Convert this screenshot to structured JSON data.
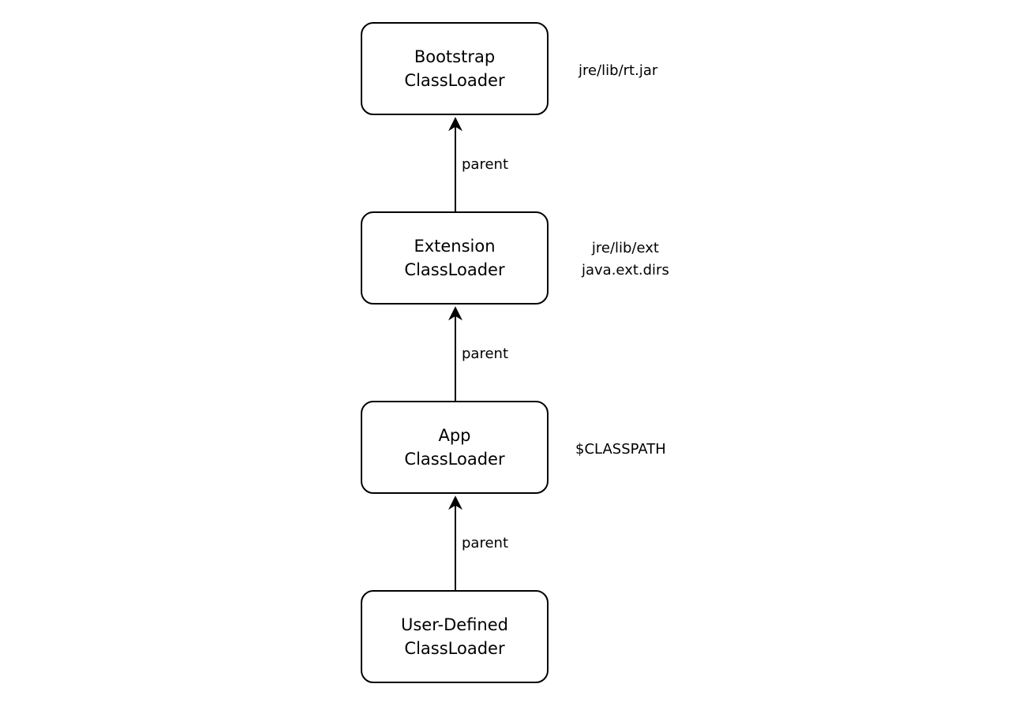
{
  "nodes": {
    "bootstrap": {
      "line1": "Bootstrap",
      "line2": "ClassLoader"
    },
    "extension": {
      "line1": "Extension",
      "line2": "ClassLoader"
    },
    "app": {
      "line1": "App",
      "line2": "ClassLoader"
    },
    "user_defined": {
      "line1": "User-Defined",
      "line2": "ClassLoader"
    }
  },
  "notes": {
    "bootstrap": [
      "jre/lib/rt.jar"
    ],
    "extension": [
      "jre/lib/ext",
      "java.ext.dirs"
    ],
    "app": [
      "$CLASSPATH"
    ]
  },
  "edges": {
    "ext_to_bootstrap": "parent",
    "app_to_ext": "parent",
    "user_to_app": "parent"
  },
  "colors": {
    "stroke": "#000000",
    "background": "#ffffff"
  }
}
